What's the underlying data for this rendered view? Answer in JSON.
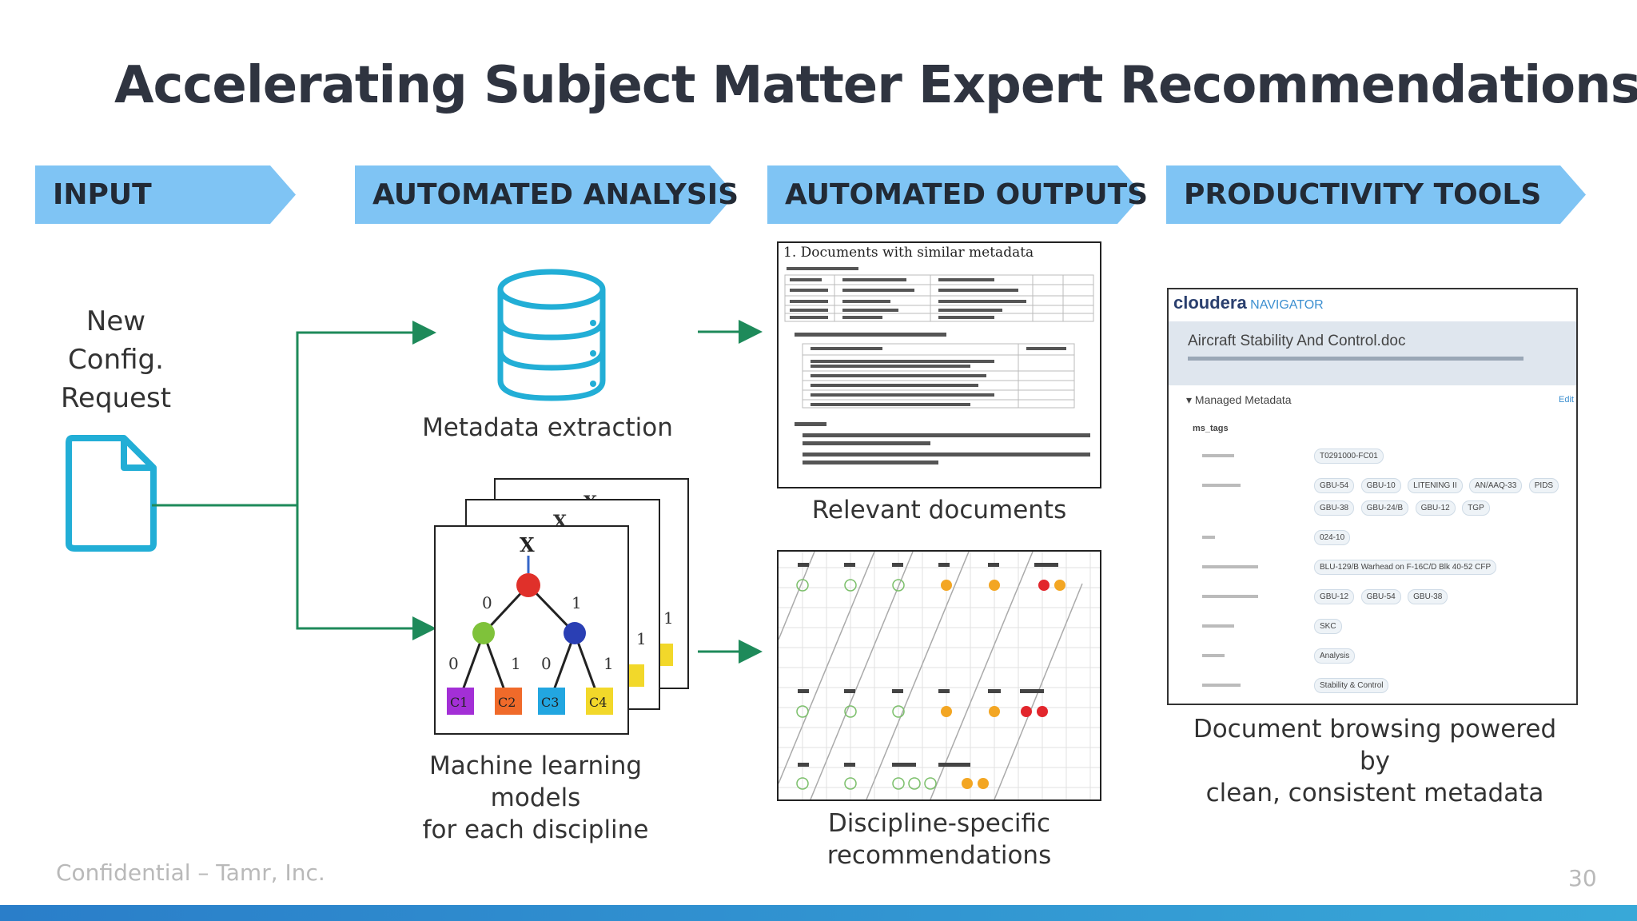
{
  "title": "Accelerating Subject Matter Expert Recommendations",
  "columns": {
    "input": "INPUT",
    "analysis": "AUTOMATED ANALYSIS",
    "outputs": "AUTOMATED OUTPUTS",
    "tools": "PRODUCTIVITY TOOLS"
  },
  "input_label": [
    "New",
    "Config.",
    "Request"
  ],
  "metadata_caption": "Metadata extraction",
  "ml_caption": [
    "Machine learning models",
    "for each discipline"
  ],
  "relevant_caption": "Relevant documents",
  "discipline_caption": [
    "Discipline-specific",
    "recommendations"
  ],
  "tool_caption": [
    "Document browsing powered by",
    "clean, consistent metadata"
  ],
  "tree": {
    "root_var": "X",
    "edge_labels": [
      "0",
      "1",
      "0",
      "1",
      "0",
      "1"
    ],
    "leaves": [
      "C1",
      "C2",
      "C3",
      "C4"
    ],
    "leaf_colors": [
      "#a32fd6",
      "#f06a2a",
      "#22a6e0",
      "#f2d82a"
    ]
  },
  "doc_preview": {
    "heading": "1. Documents with similar metadata"
  },
  "navigator": {
    "brand": "cloudera",
    "product": "NAVIGATOR",
    "doc_title": "Aircraft Stability And Control.doc",
    "section": "Managed Metadata",
    "edit": "Edit",
    "group": "ms_tags",
    "tags": [
      [
        "T0291000-FC01"
      ],
      [
        "GBU-54",
        "GBU-10",
        "LITENING II",
        "AN/AAQ-33",
        "PIDS"
      ],
      [
        "GBU-38",
        "GBU-24/B",
        "GBU-12",
        "TGP"
      ],
      [
        "024-10"
      ],
      [
        "BLU-129/B Warhead on F-16C/D Blk 40-52 CFP"
      ],
      [
        "GBU-12",
        "GBU-54",
        "GBU-38"
      ],
      [
        "SKC"
      ],
      [
        "Analysis"
      ],
      [
        "Stability & Control"
      ]
    ]
  },
  "footer": "Confidential – Tamr, Inc.",
  "page_number": "30",
  "colors": {
    "chevron": "#7fc4f4",
    "arrow": "#1e8a5a",
    "icon": "#22aed6",
    "bottom_bar": "#2a7ec9"
  }
}
